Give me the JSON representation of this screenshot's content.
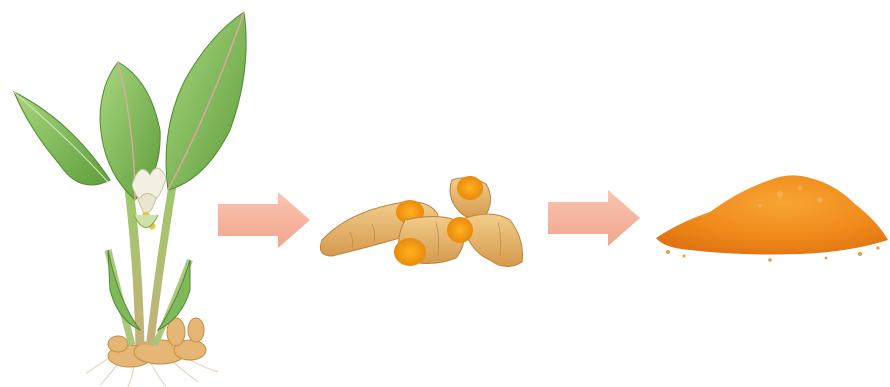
{
  "figure": {
    "stages": [
      {
        "name": "turmeric-plant",
        "icon": "turmeric-plant-icon"
      },
      {
        "name": "turmeric-rhizomes",
        "icon": "turmeric-root-icon"
      },
      {
        "name": "turmeric-powder",
        "icon": "turmeric-powder-icon"
      }
    ],
    "arrow_color": "#f5b39d",
    "leaf_color": "#8cc66b",
    "rhizome_color": "#e7b56a",
    "flesh_color": "#f39c12",
    "powder_color": "#f08a1c"
  }
}
